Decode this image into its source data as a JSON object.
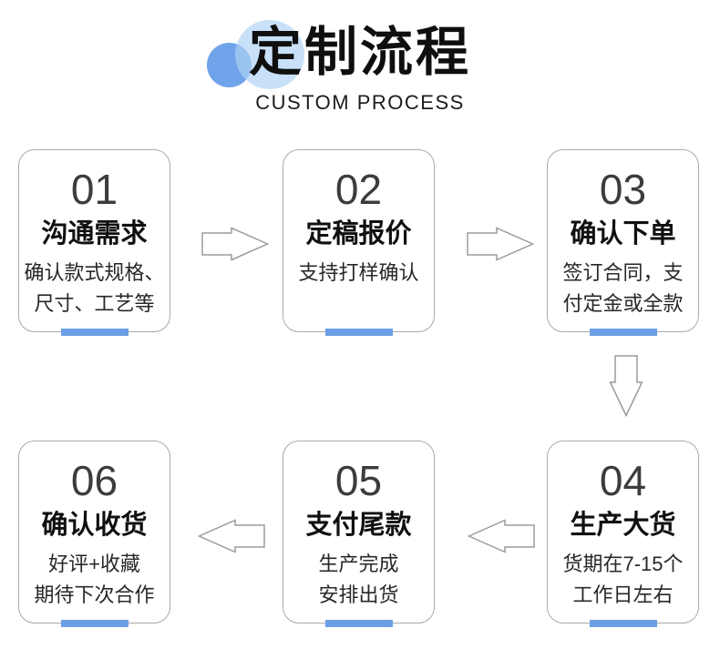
{
  "header": {
    "title": "定制流程",
    "subtitle": "CUSTOM PROCESS"
  },
  "steps": [
    {
      "number": "01",
      "title": "沟通需求",
      "desc_lines": [
        "确认款式规格、",
        "尺寸、工艺等"
      ]
    },
    {
      "number": "02",
      "title": "定稿报价",
      "desc_lines": [
        "支持打样确认"
      ]
    },
    {
      "number": "03",
      "title": "确认下单",
      "desc_lines": [
        "签订合同，支",
        "付定金或全款"
      ]
    },
    {
      "number": "04",
      "title": "生产大货",
      "desc_lines": [
        "货期在7-15个",
        "工作日左右"
      ]
    },
    {
      "number": "05",
      "title": "支付尾款",
      "desc_lines": [
        "生产完成",
        "安排出货"
      ]
    },
    {
      "number": "06",
      "title": "确认收货",
      "desc_lines": [
        "好评+收藏",
        "期待下次合作"
      ]
    }
  ],
  "flow": {
    "row1_order": [
      "01",
      "02",
      "03"
    ],
    "row2_order": [
      "06",
      "05",
      "04"
    ],
    "row1_arrow_direction": "right",
    "row2_arrow_direction": "left",
    "connector_direction": "down"
  },
  "colors": {
    "accent_bar": "#6b9ee5",
    "circle_dark": "#6fa3ea",
    "circle_light": "#c9e0f8",
    "card_border": "#a9a9a9",
    "arrow_outline": "#9b9b9b",
    "title_text": "#0f0f0f"
  }
}
